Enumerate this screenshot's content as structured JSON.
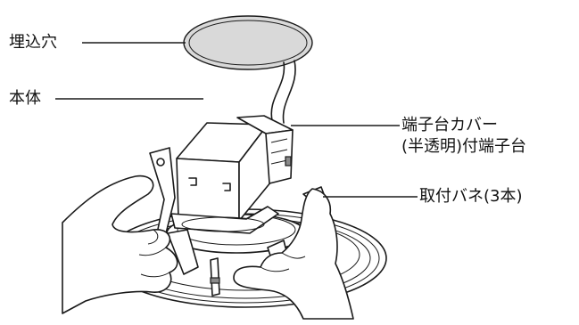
{
  "labels": {
    "hole": "埋込穴",
    "body": "本体",
    "terminal_cover_line1": "端子台カバー",
    "terminal_cover_line2": "(半透明)付端子台",
    "spring": "取付バネ(3本)"
  },
  "colors": {
    "ink": "#1a1a1a",
    "shade": "#d9d9d9",
    "background": "#ffffff"
  }
}
